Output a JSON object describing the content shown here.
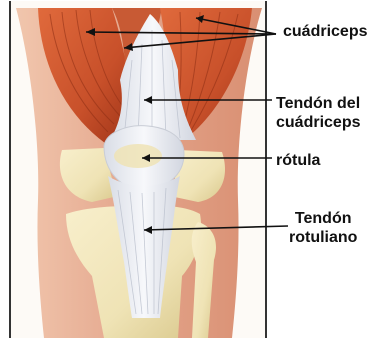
{
  "labels": {
    "quadriceps": "cuádriceps",
    "quadriceps_tendon_line1": "Tendón del",
    "quadriceps_tendon_line2": "cuádriceps",
    "patella": "rótula",
    "patellar_tendon_line1": "Tendón",
    "patellar_tendon_line2": "rotuliano"
  },
  "colors": {
    "muscle": "#c8502a",
    "muscle_dark": "#9e3418",
    "tendon": "#eef0f4",
    "bone": "#efe3b5",
    "skin": "#e3a48a",
    "frame": "#333333",
    "pointer": "#111111"
  }
}
